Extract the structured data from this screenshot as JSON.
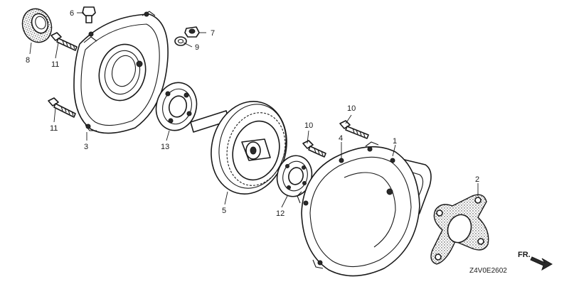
{
  "diagram_code": "Z4V0E2602",
  "front_marker": "FR.",
  "callouts": {
    "c1": "1",
    "c2": "2",
    "c3": "3",
    "c4": "4",
    "c5": "5",
    "c6": "6",
    "c7": "7",
    "c8": "8",
    "c9": "9",
    "c10a": "10",
    "c10b": "10",
    "c11a": "11",
    "c11b": "11",
    "c12": "12",
    "c13": "13"
  },
  "colors": {
    "line": "#1a1a1a",
    "background": "#ffffff"
  }
}
